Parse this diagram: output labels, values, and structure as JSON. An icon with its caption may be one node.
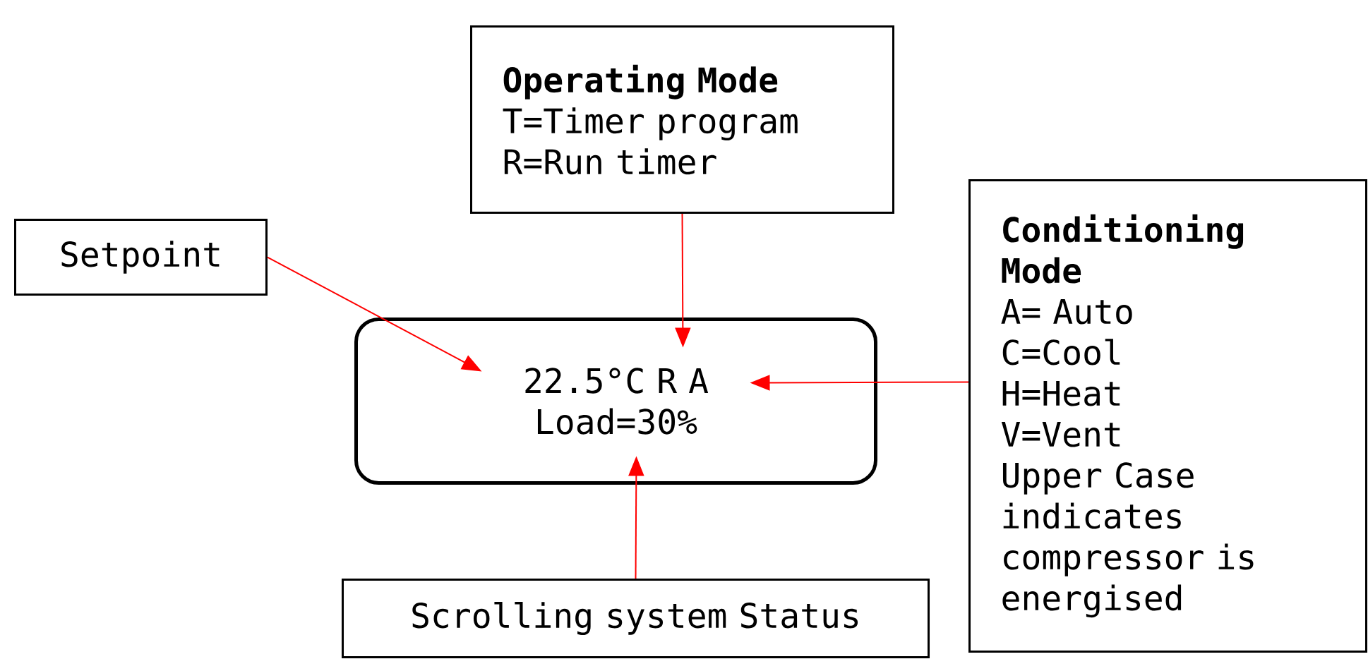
{
  "diagram": {
    "nodes": [
      {
        "text": [
          "Setpoint"
        ]
      },
      {
        "text": [
          "Operating Mode",
          "T=Timer program",
          "R=Run timer"
        ]
      },
      {
        "text": [
          "Conditioning Mode",
          "A= Auto",
          "C=Cool",
          "H=Heat",
          "V=Vent",
          "Upper Case indicates compressor is energised"
        ]
      },
      {
        "text": [
          "22.5°C R A",
          "Load=30%"
        ]
      },
      {
        "text": [
          "Scrolling system Status"
        ]
      }
    ],
    "edges": [
      {
        "from": 0,
        "to": 3,
        "arrow": "to"
      },
      {
        "from": 1,
        "to": 3,
        "arrow": "to"
      },
      {
        "from": 2,
        "to": 3,
        "arrow": "to"
      },
      {
        "from": 4,
        "to": 3,
        "arrow": "to"
      }
    ]
  }
}
